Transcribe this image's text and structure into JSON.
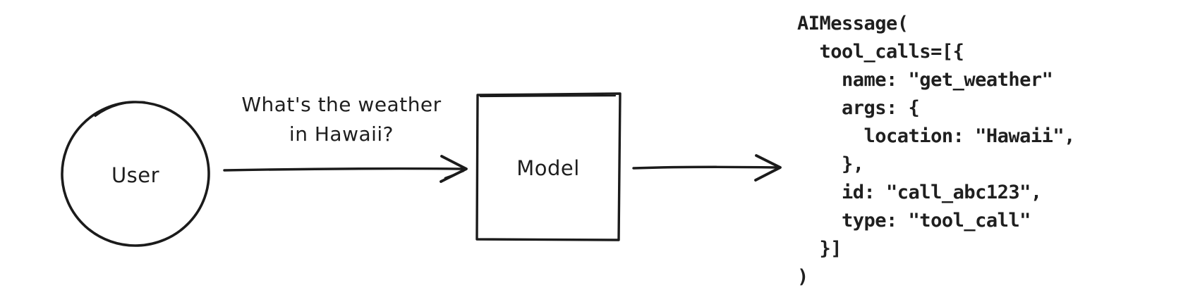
{
  "diagram": {
    "user_label": "User",
    "message_line1": "What's the weather",
    "message_line2": "in Hawaii?",
    "model_label": "Model",
    "stroke_color": "#1b1b1b",
    "text_color": "#1e1e1e"
  },
  "code": {
    "text": "AIMessage(\n  tool_calls=[{\n    name: \"get_weather\"\n    args: {\n      location: \"Hawaii\",\n    },\n    id: \"call_abc123\",\n    type: \"tool_call\"\n  }]\n)"
  }
}
